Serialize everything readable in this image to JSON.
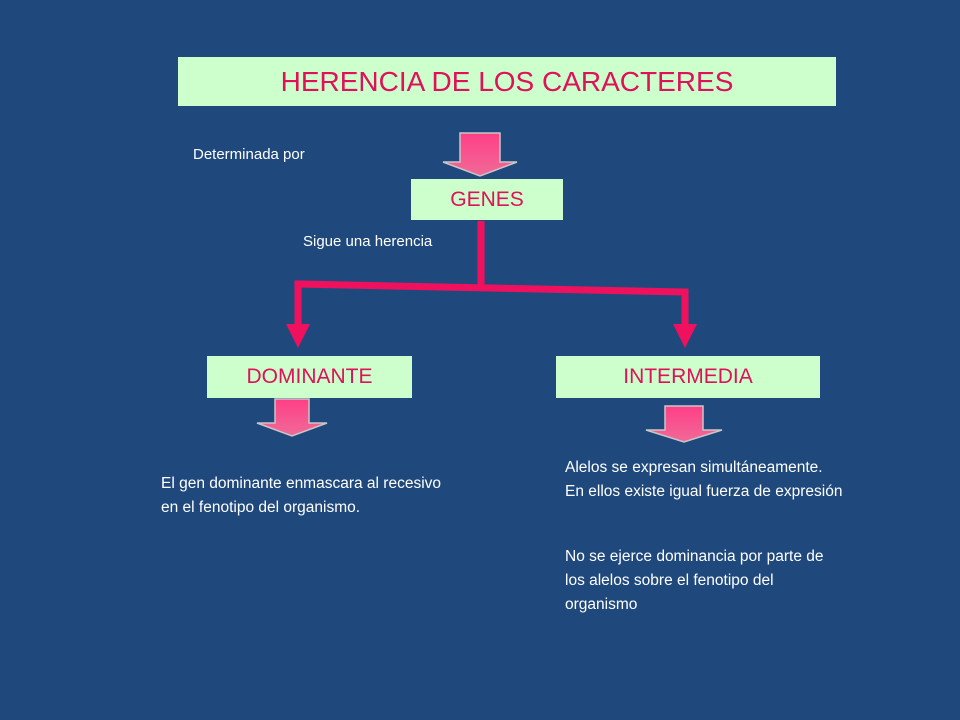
{
  "title": "HERENCIA DE LOS CARACTERES",
  "labels": {
    "determinada": "Determinada por",
    "sigue": "Sigue una herencia"
  },
  "nodes": {
    "genes": "GENES",
    "dominante": "DOMINANTE",
    "intermedia": "INTERMEDIA"
  },
  "descriptions": {
    "dominante": "El gen dominante enmascara al recesivo en el fenotipo  del organismo.",
    "intermedia_1": "Alelos  se expresan simultáneamente.  En ellos existe igual fuerza de expresión",
    "intermedia_2": "No se ejerce dominancia por parte de los alelos sobre el fenotipo del organismo"
  },
  "colors": {
    "background": "#1f497d",
    "box_fill": "#ccffcc",
    "box_text": "#e0105a",
    "connector": "#f0115e",
    "arrow_fill": "#f0508a"
  }
}
